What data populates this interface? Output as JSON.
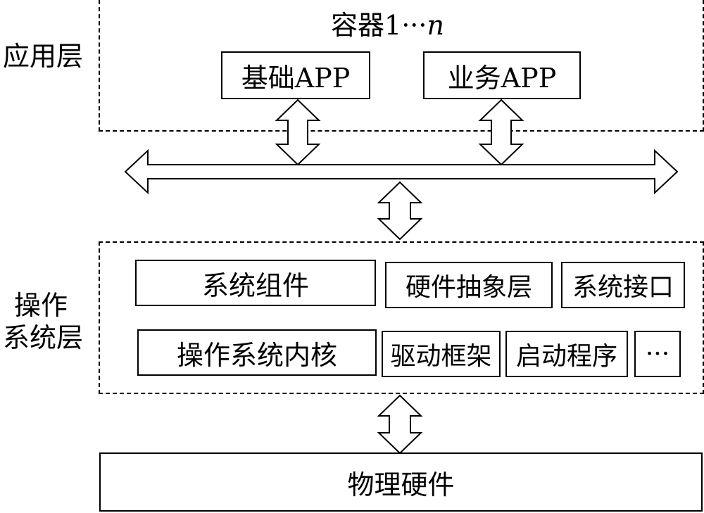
{
  "app_layer": {
    "label": "应用层",
    "container_label_prefix": "容器1",
    "container_label_dots": "···",
    "container_label_n": "n",
    "apps": [
      {
        "label": "基础APP"
      },
      {
        "label": "业务APP"
      }
    ]
  },
  "os_layer": {
    "label_line1": "操作",
    "label_line2": "系统层",
    "row1": [
      {
        "label": "系统组件"
      },
      {
        "label": "硬件抽象层"
      },
      {
        "label": "系统接口"
      }
    ],
    "row2": [
      {
        "label": "操作系统内核"
      },
      {
        "label": "驱动框架"
      },
      {
        "label": "启动程序"
      },
      {
        "label": "···"
      }
    ]
  },
  "hardware": {
    "label": "物理硬件"
  }
}
